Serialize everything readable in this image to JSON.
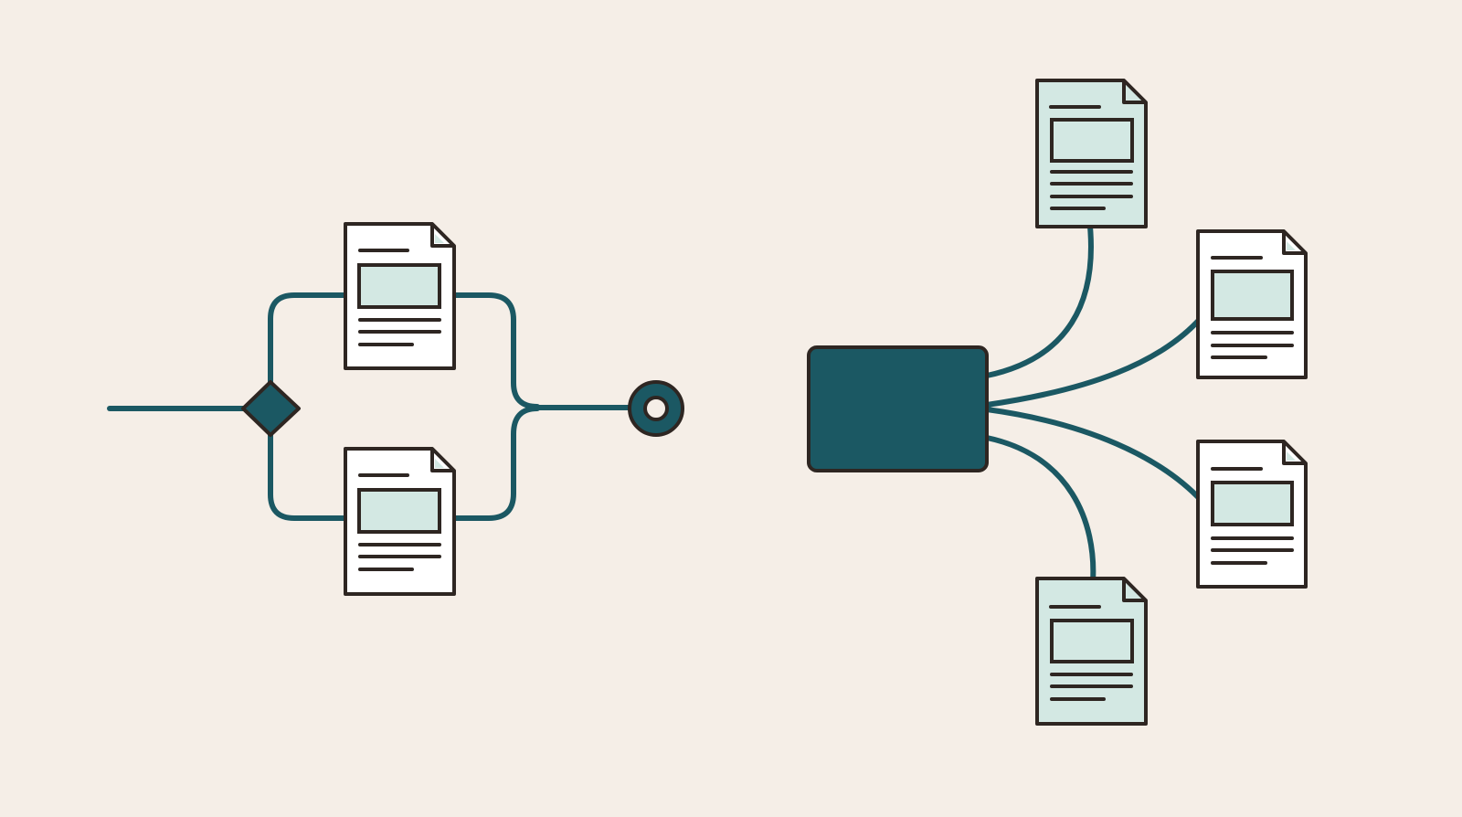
{
  "colors": {
    "background": "#f5eee7",
    "connector": "#1b5863",
    "node_fill": "#1b5863",
    "outline": "#2e2622",
    "page_white": "#ffffff",
    "page_tint": "#d3e8e3",
    "image_block": "#d3e8e3"
  },
  "left_diagram": {
    "type": "branch-and-merge flow",
    "branches": 2,
    "gateway_icon": "diamond-gateway-icon",
    "end_icon": "target-circle-icon",
    "document_icon": "document-icon"
  },
  "right_diagram": {
    "type": "hub-to-documents fan-out",
    "outputs": 4,
    "hub_icon": "hub-block-icon",
    "document_icon": "document-icon"
  }
}
